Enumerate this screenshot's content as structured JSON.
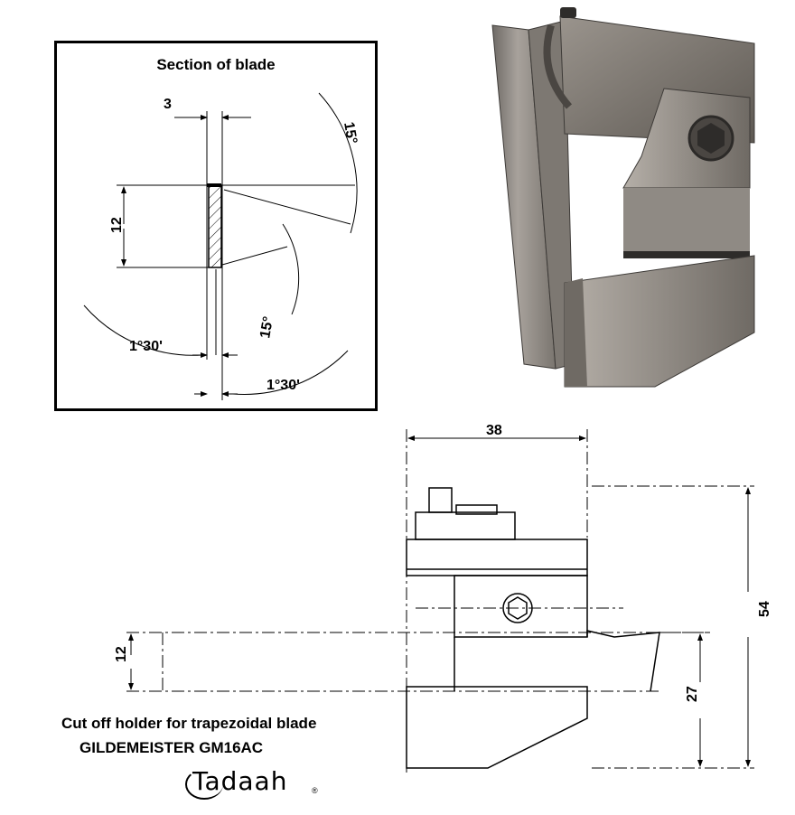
{
  "section": {
    "title": "Section of blade",
    "dim_width": "3",
    "dim_height": "12",
    "angle_top": "15°",
    "angle_bottom": "15°",
    "angle_left": "1°30'",
    "angle_right": "1°30'"
  },
  "drawing": {
    "dim_width": "38",
    "dim_height": "54",
    "dim_blade": "12",
    "dim_centre": "27"
  },
  "caption": {
    "line1": "Cut off holder for trapezoidal blade",
    "line2": "GILDEMEISTER GM16AC"
  },
  "brand": {
    "name": "Tadaah",
    "logo_text": "Tadaah",
    "mark": "®"
  }
}
